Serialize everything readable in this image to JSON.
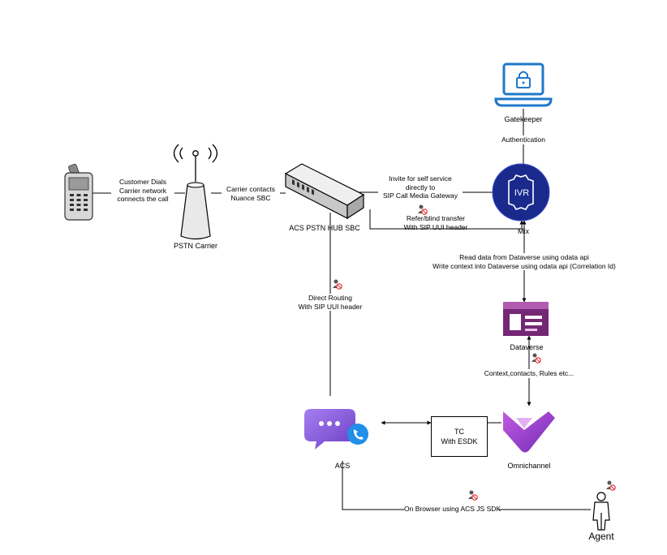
{
  "nodes": {
    "phone": "",
    "pstn_carrier": "PSTN Carrier",
    "sbc": "ACS PSTN HUB SBC",
    "gatekeeper": "Gatekeeper",
    "mix": "Mix",
    "ivr_badge": "IVR",
    "dataverse": "Dataverse",
    "omnichannel": "Omnichannel",
    "acs": "ACS",
    "agent": "Agent",
    "tc_box": {
      "line1": "TC",
      "line2": "With ESDK"
    }
  },
  "edges": {
    "customer_dials": [
      "Customer Dials",
      "Carrier network",
      "connects the call"
    ],
    "carrier_contacts": [
      "Carrier contacts",
      "Nuance SBC"
    ],
    "invite": [
      "Invite for self service",
      "directly to",
      "SIP Call Media Gateway"
    ],
    "refer": [
      "Refer/blind transfer",
      "With SIP UUI header"
    ],
    "authentication": "Authentication",
    "read_write": [
      "Read data from Dataverse using odata api",
      "Write context into Dataverse using odata api (Correlation Id)"
    ],
    "direct_routing": [
      "Direct Routing",
      "With SIP UUI header"
    ],
    "context": "Context,contacts, Rules etc...",
    "browser": "On Browser using ACS JS SDK"
  },
  "colors": {
    "gatekeeper_blue": "#1f78c8",
    "ivr_navy": "#1a2a8c",
    "dataverse_purple": "#742774",
    "omnichannel_purple": "#a33fbf",
    "acs_purple": "#8a5bd6",
    "acs_blue": "#1f8fe8",
    "pii_red": "#e03030"
  }
}
